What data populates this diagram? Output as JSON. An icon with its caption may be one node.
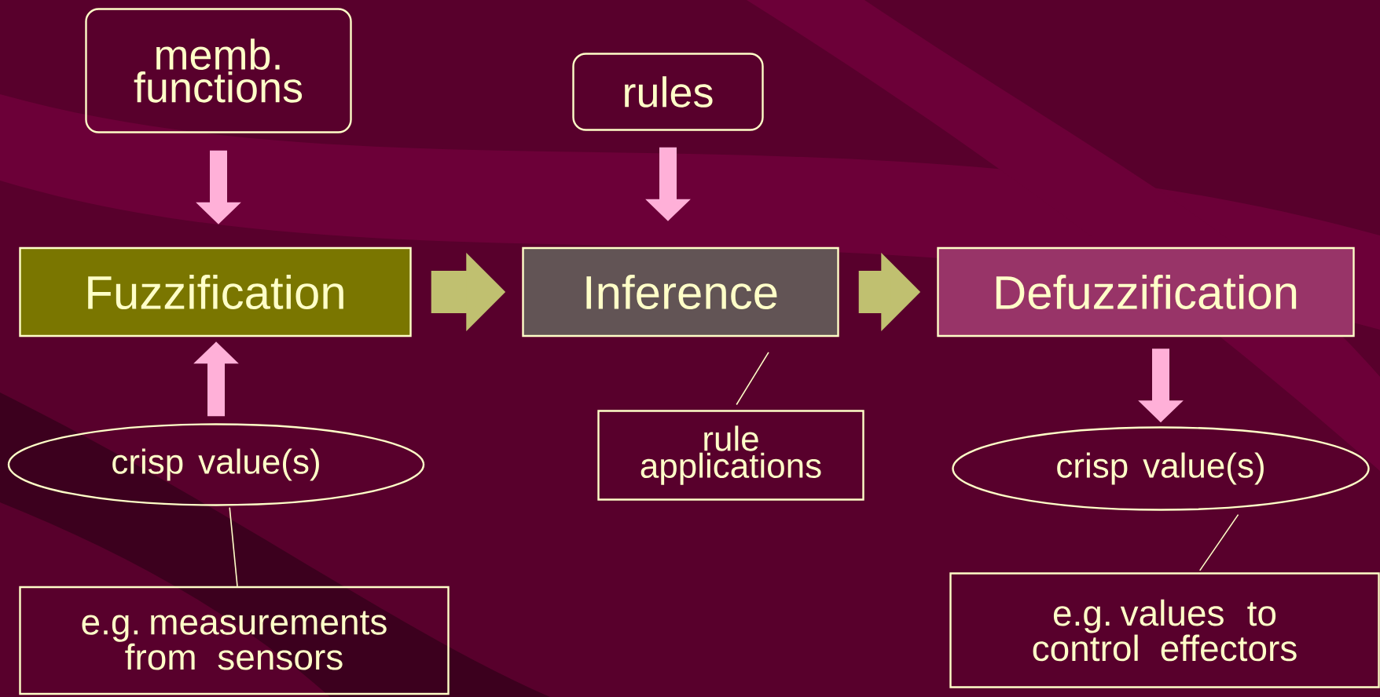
{
  "diagram": {
    "nodes": [
      {
        "text": [
          "memb. functions"
        ]
      },
      {
        "text": [
          "rules"
        ]
      },
      {
        "text": [
          "Fuzzification"
        ]
      },
      {
        "text": [
          "Inference"
        ]
      },
      {
        "text": [
          "Defuzzification"
        ]
      },
      {
        "text": [
          "crisp value(s)"
        ]
      },
      {
        "text": [
          "rule applications"
        ]
      },
      {
        "text": [
          "crisp value(s)"
        ]
      },
      {
        "text": [
          "e.g. measurements from sensors"
        ]
      },
      {
        "text": [
          "e.g. values to control effectors"
        ]
      }
    ],
    "edges": [
      {
        "from": 0,
        "to": 2,
        "arrow": "to"
      },
      {
        "from": 1,
        "to": 3,
        "arrow": "to"
      },
      {
        "from": 2,
        "to": 3,
        "arrow": "to",
        "style": "thick",
        "color": "#c0c070"
      },
      {
        "from": 3,
        "to": 4,
        "arrow": "to",
        "style": "thick",
        "color": "#c0c070"
      },
      {
        "from": 5,
        "to": 2,
        "arrow": "to"
      },
      {
        "from": 4,
        "to": 7,
        "arrow": "to"
      },
      {
        "from": 6,
        "to": 3,
        "arrow": "none",
        "color": "#ffffc8"
      },
      {
        "from": 8,
        "to": 5,
        "arrow": "none",
        "color": "#ffffc8"
      },
      {
        "from": 9,
        "to": 7,
        "arrow": "none",
        "color": "#ffffc8"
      }
    ]
  }
}
